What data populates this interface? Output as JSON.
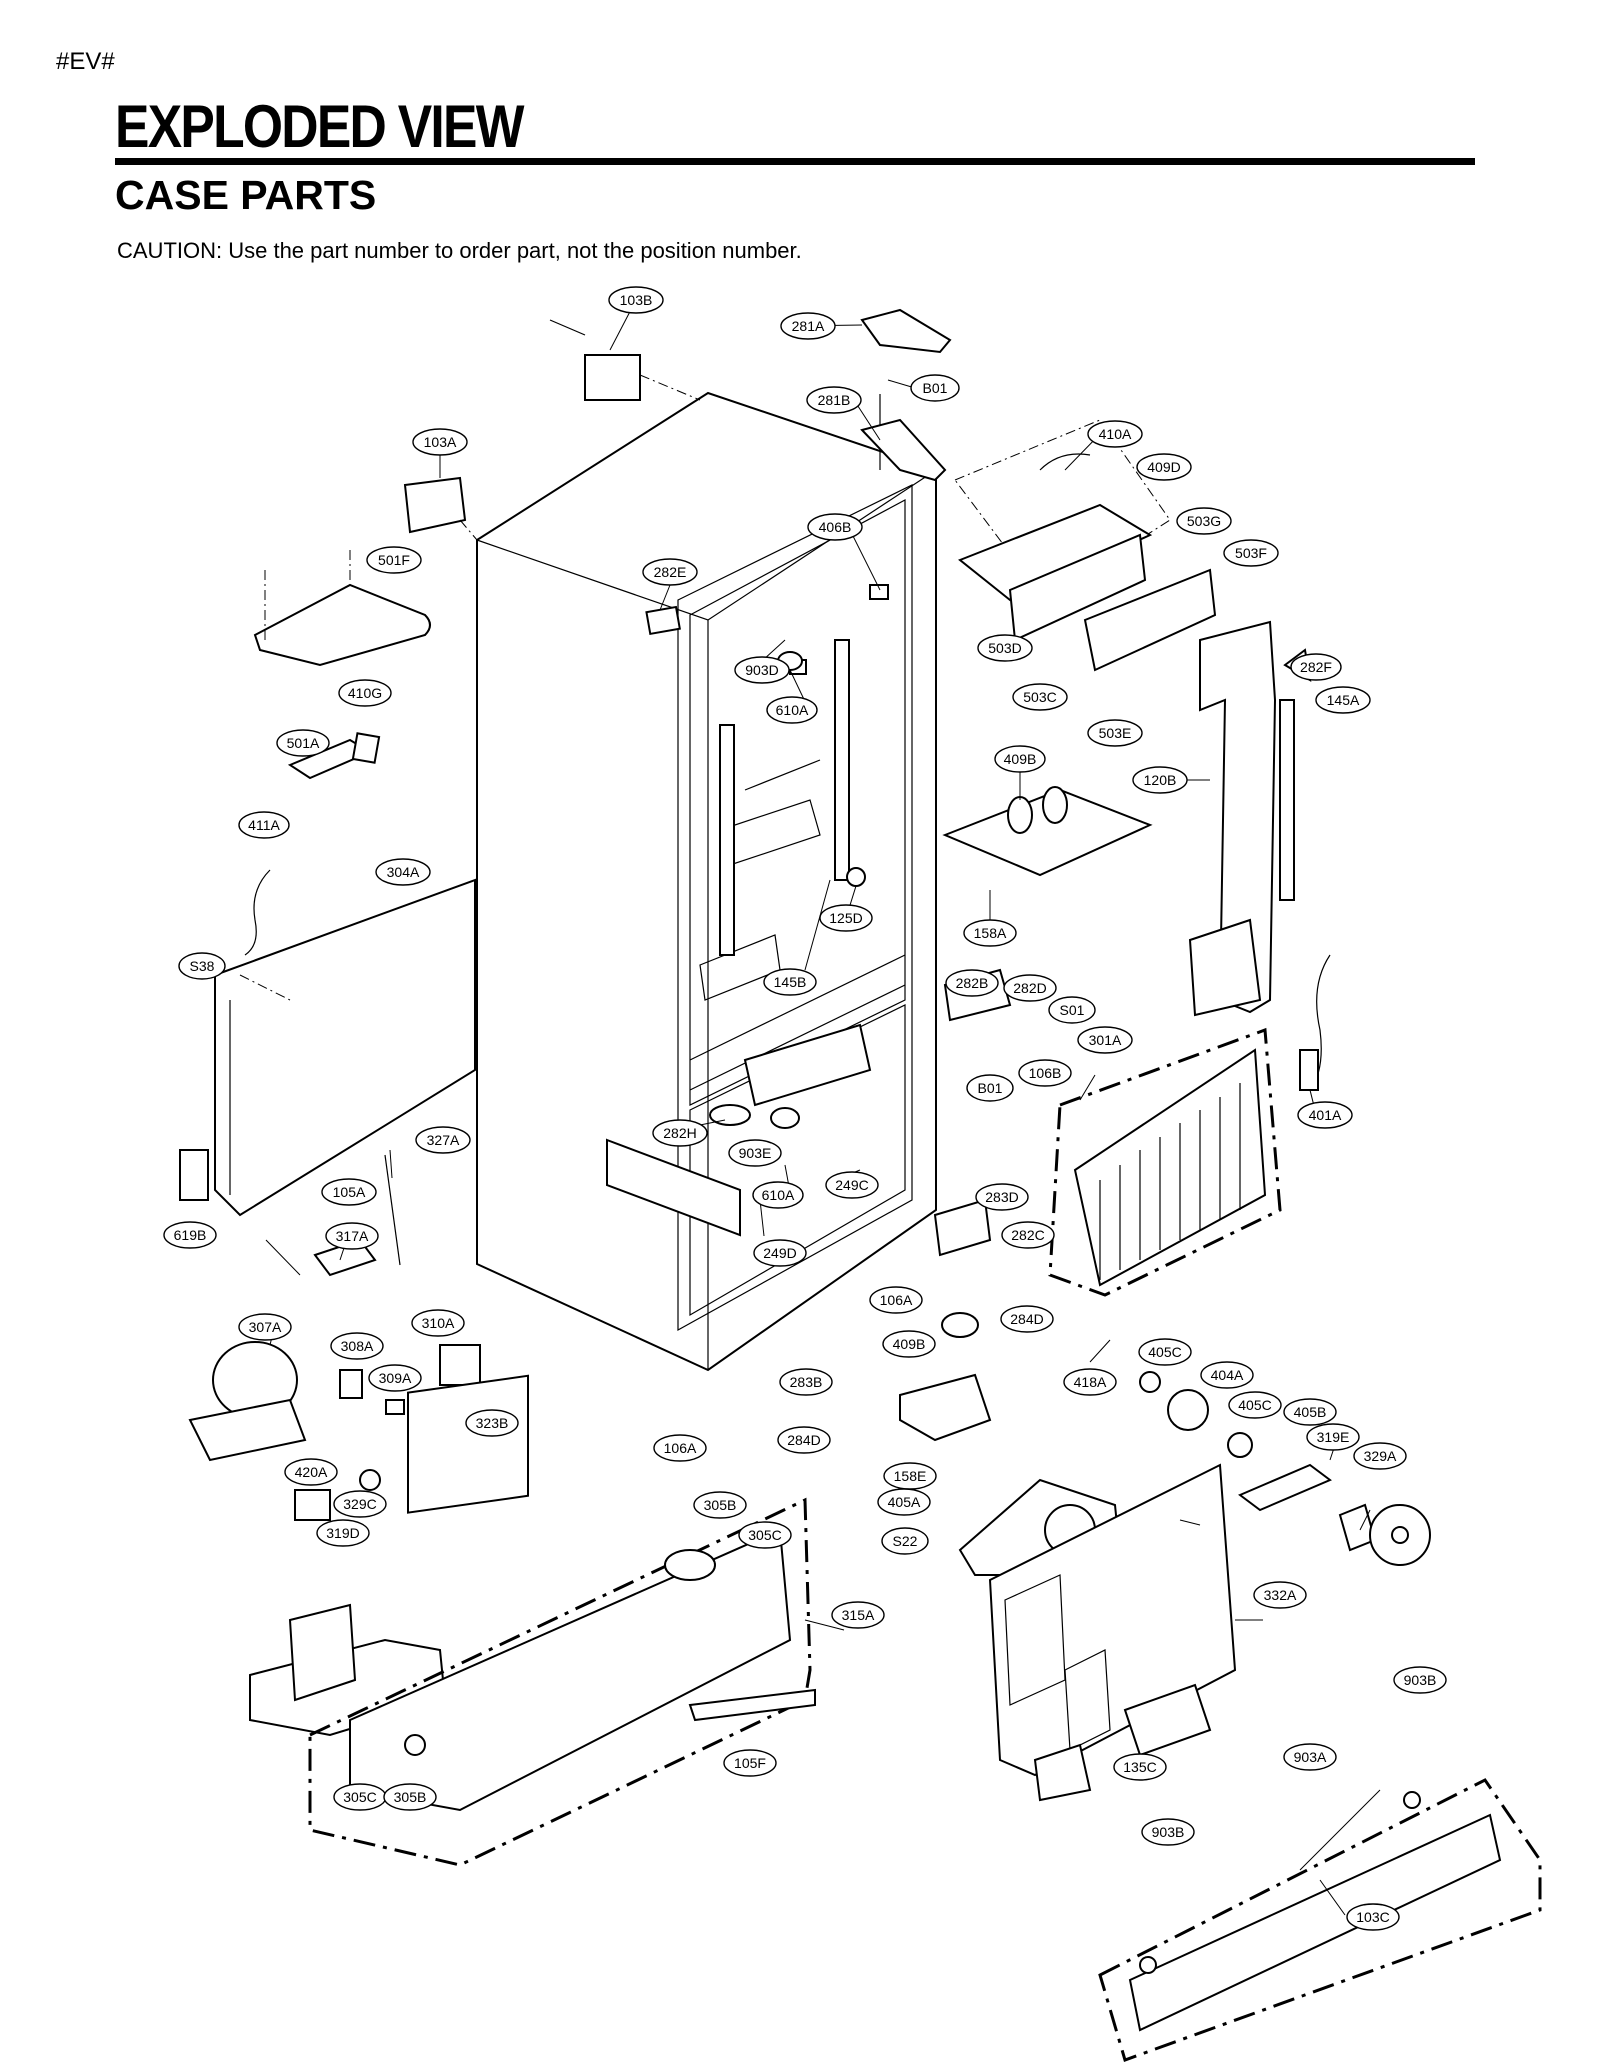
{
  "header": {
    "tag": "#EV#",
    "title": "EXPLODED VIEW",
    "subtitle": "CASE PARTS",
    "caution": "CAUTION: Use the part number to order part, not the position number."
  },
  "callouts": [
    "103B",
    "281A",
    "B01",
    "281B",
    "410A",
    "409D",
    "503G",
    "503F",
    "103A",
    "406B",
    "282E",
    "501F",
    "503D",
    "903D",
    "610A",
    "503C",
    "282F",
    "145A",
    "410G",
    "501A",
    "409B",
    "120B",
    "503E",
    "411A",
    "304A",
    "125D",
    "158A",
    "S38",
    "145B",
    "282B",
    "282D",
    "S01",
    "301A",
    "B01",
    "106B",
    "401A",
    "282H",
    "903E",
    "327A",
    "610A",
    "249C",
    "105A",
    "619B",
    "317A",
    "283D",
    "282C",
    "249D",
    "106A",
    "284D",
    "307A",
    "310A",
    "409B",
    "308A",
    "309A",
    "283B",
    "418A",
    "405C",
    "404A",
    "405C",
    "405B",
    "323B",
    "420A",
    "106A",
    "284D",
    "158E",
    "319E",
    "329A",
    "329C",
    "405A",
    "319D",
    "305B",
    "305C",
    "S22",
    "315A",
    "332A",
    "903B",
    "105F",
    "903A",
    "135C",
    "305C",
    "305B",
    "903B",
    "103C"
  ]
}
